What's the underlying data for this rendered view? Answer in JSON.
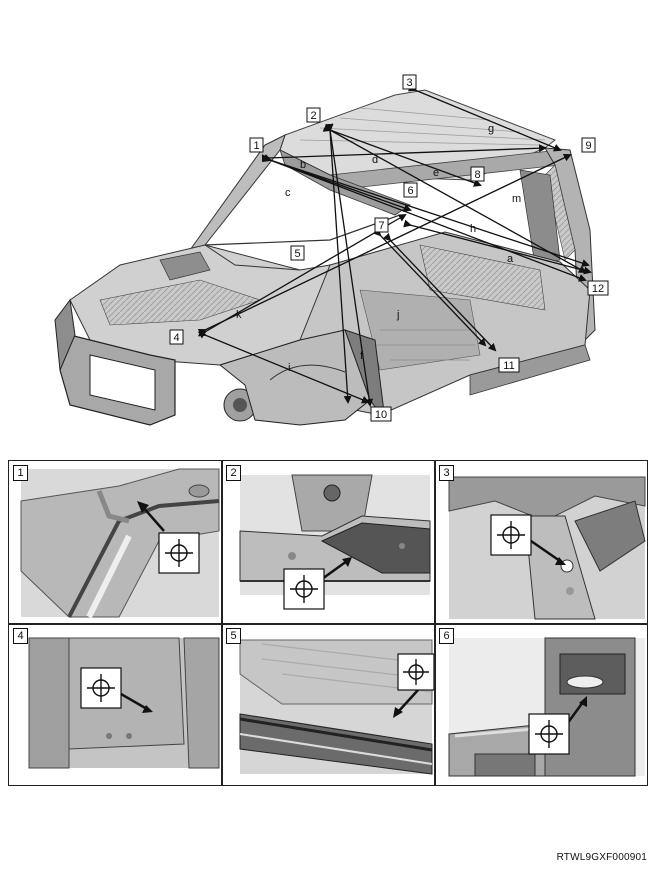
{
  "diagram": {
    "measurement_points": [
      "1",
      "2",
      "3",
      "4",
      "5",
      "6",
      "7",
      "8",
      "9",
      "10",
      "11",
      "12"
    ],
    "segment_labels": [
      "a",
      "b",
      "c",
      "d",
      "e",
      "f",
      "g",
      "h",
      "i",
      "j",
      "k",
      "m"
    ]
  },
  "detail_views": [
    {
      "number": "1"
    },
    {
      "number": "2"
    },
    {
      "number": "3"
    },
    {
      "number": "4"
    },
    {
      "number": "5"
    },
    {
      "number": "6"
    }
  ],
  "document_code": "RTWL9GXF000901",
  "colors": {
    "ink": "#111111",
    "body_fill": "#cfcfcf",
    "panel_fill": "#bdbdbd",
    "dark_fill": "#6e6e6e"
  }
}
